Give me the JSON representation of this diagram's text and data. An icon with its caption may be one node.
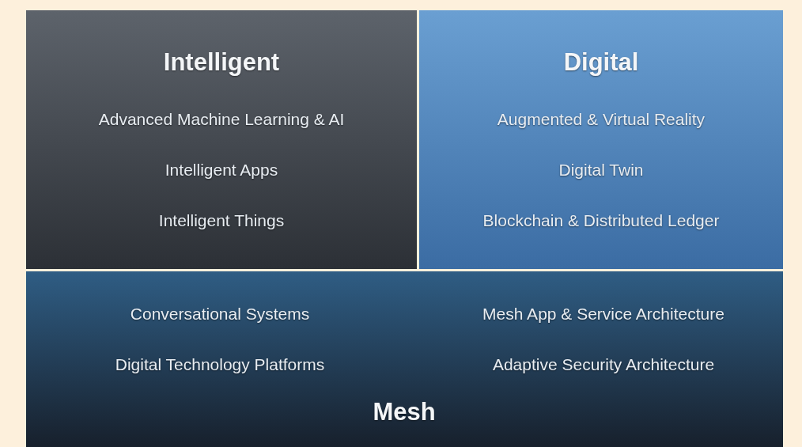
{
  "diagram": {
    "nodes": [
      {
        "text": [
          "Intelligent",
          "Advanced Machine Learning & AI",
          "Intelligent Apps",
          "Intelligent Things"
        ]
      },
      {
        "text": [
          "Digital",
          "Augmented & Virtual Reality",
          "Digital Twin",
          "Blockchain & Distributed Ledger"
        ]
      },
      {
        "text": [
          "Conversational Systems",
          "Mesh App & Service Architecture",
          "Digital Technology Platforms",
          "Adaptive Security Architecture",
          "Mesh"
        ]
      }
    ]
  }
}
